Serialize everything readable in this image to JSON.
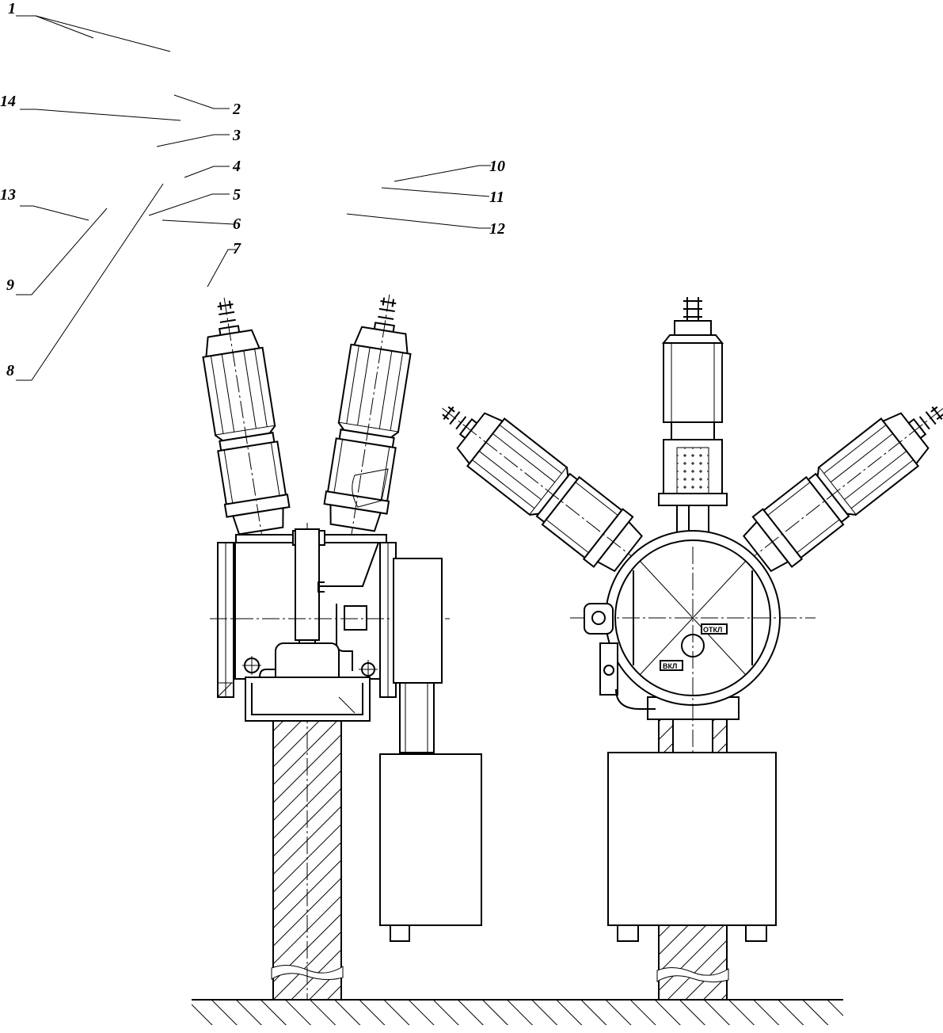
{
  "labels": {
    "l1": "1",
    "l2": "2",
    "l3": "3",
    "l4": "4",
    "l5": "5",
    "l6": "6",
    "l7": "7",
    "l8": "8",
    "l9": "9",
    "l10": "10",
    "l11": "11",
    "l12": "12",
    "l13": "13",
    "l14": "14"
  },
  "tags": {
    "off": "ОТКЛ",
    "on": "ВКЛ"
  }
}
